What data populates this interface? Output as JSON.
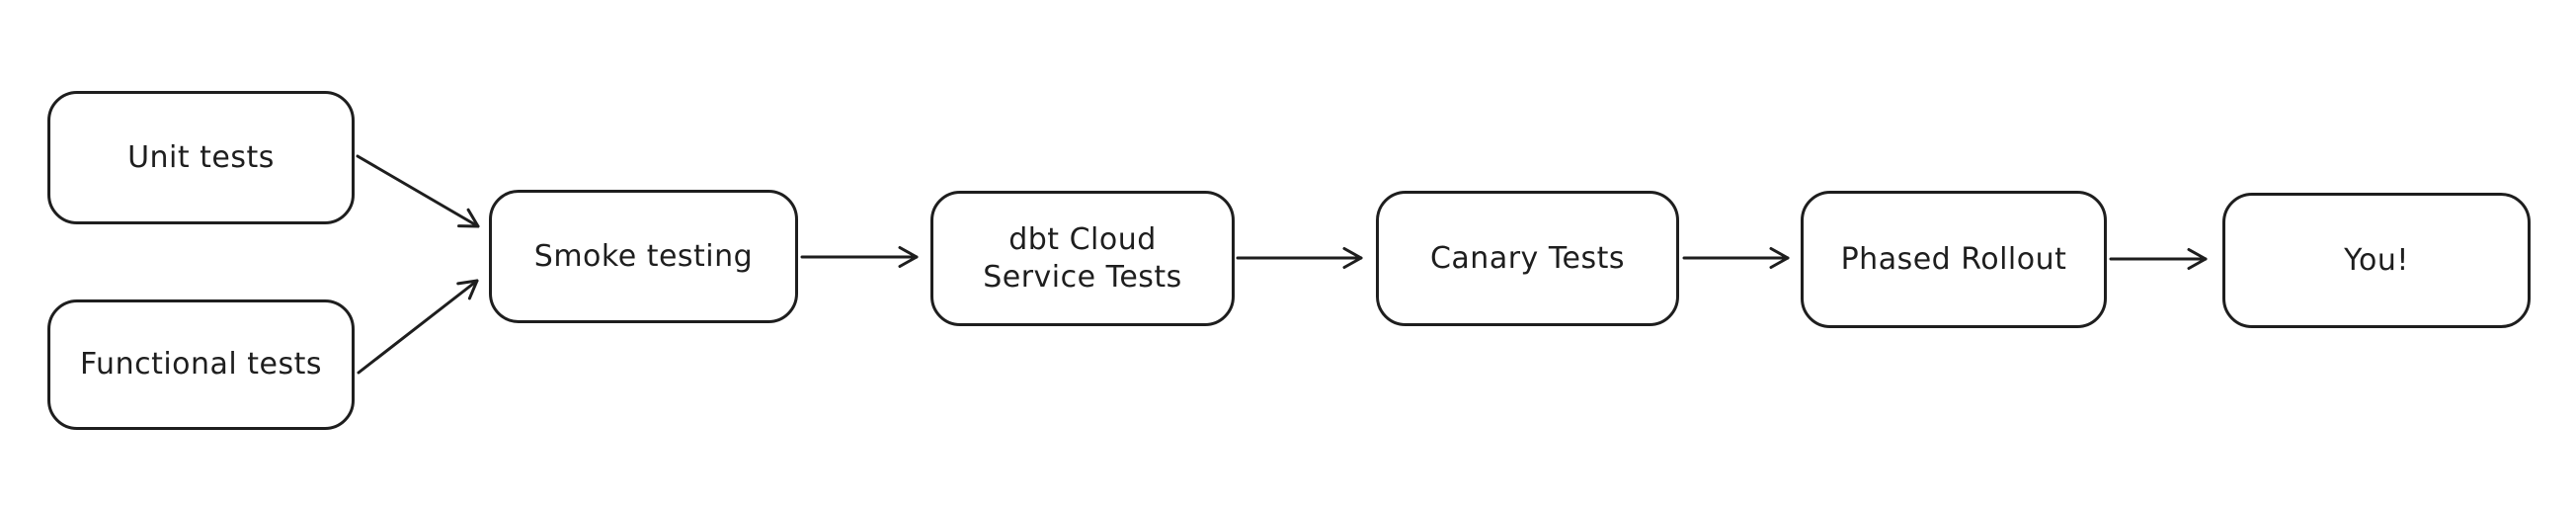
{
  "canvas": {
    "background_color": "#ffffff",
    "stroke_color": "#1e1e1e"
  },
  "diagram": {
    "type": "flowchart",
    "direction": "left-to-right",
    "nodes": [
      {
        "id": "unit-tests",
        "label": "Unit tests"
      },
      {
        "id": "functional-tests",
        "label": "Functional tests"
      },
      {
        "id": "smoke-testing",
        "label": "Smoke testing"
      },
      {
        "id": "dbt-cloud",
        "label": "dbt Cloud\nService Tests"
      },
      {
        "id": "canary-tests",
        "label": "Canary Tests"
      },
      {
        "id": "phased-rollout",
        "label": "Phased Rollout"
      },
      {
        "id": "you",
        "label": "You!"
      }
    ],
    "edges": [
      {
        "from": "unit-tests",
        "to": "smoke-testing"
      },
      {
        "from": "functional-tests",
        "to": "smoke-testing"
      },
      {
        "from": "smoke-testing",
        "to": "dbt-cloud"
      },
      {
        "from": "dbt-cloud",
        "to": "canary-tests"
      },
      {
        "from": "canary-tests",
        "to": "phased-rollout"
      },
      {
        "from": "phased-rollout",
        "to": "you"
      }
    ]
  }
}
